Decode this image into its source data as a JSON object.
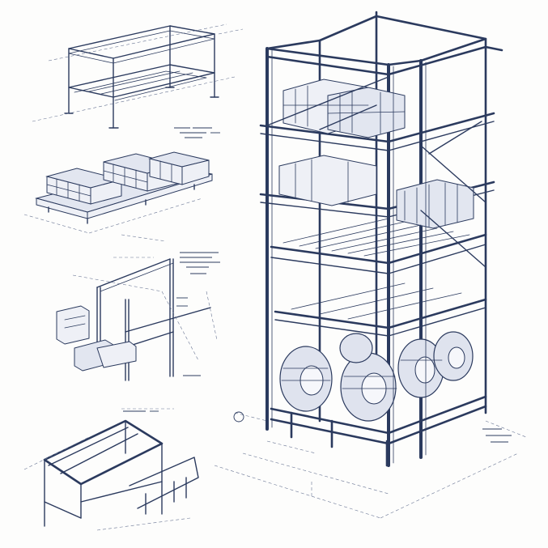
{
  "drawing": {
    "palette": {
      "paper": "#fdfdfc",
      "ink": "#2b3a5e",
      "shade": "#e2e6f0"
    },
    "views": [
      "open-frame-table",
      "palletized-boxes",
      "column-bracket-detail",
      "base-frame-detail",
      "multi-tier-rack-tower"
    ]
  }
}
